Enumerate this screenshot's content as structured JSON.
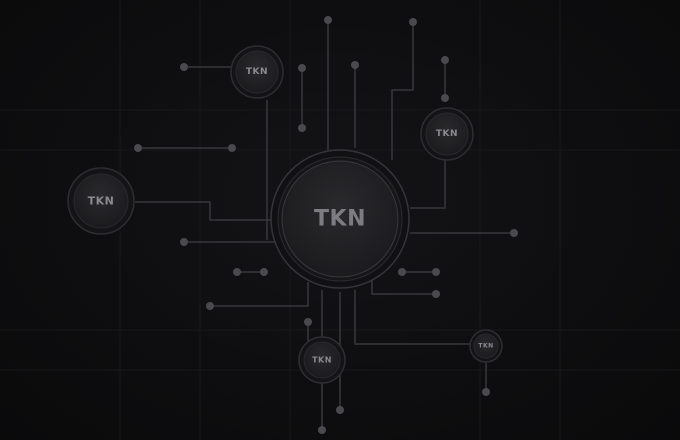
{
  "tokens": {
    "center": "TKN",
    "top_left": "TKN",
    "left": "TKN",
    "right": "TKN",
    "bottom": "TKN",
    "bottom_right": "TKN"
  },
  "colors": {
    "background": "#0c0c0e",
    "line": "#3a3a3e",
    "node": "#4a4a4e",
    "grid": "#1a1a1d"
  }
}
